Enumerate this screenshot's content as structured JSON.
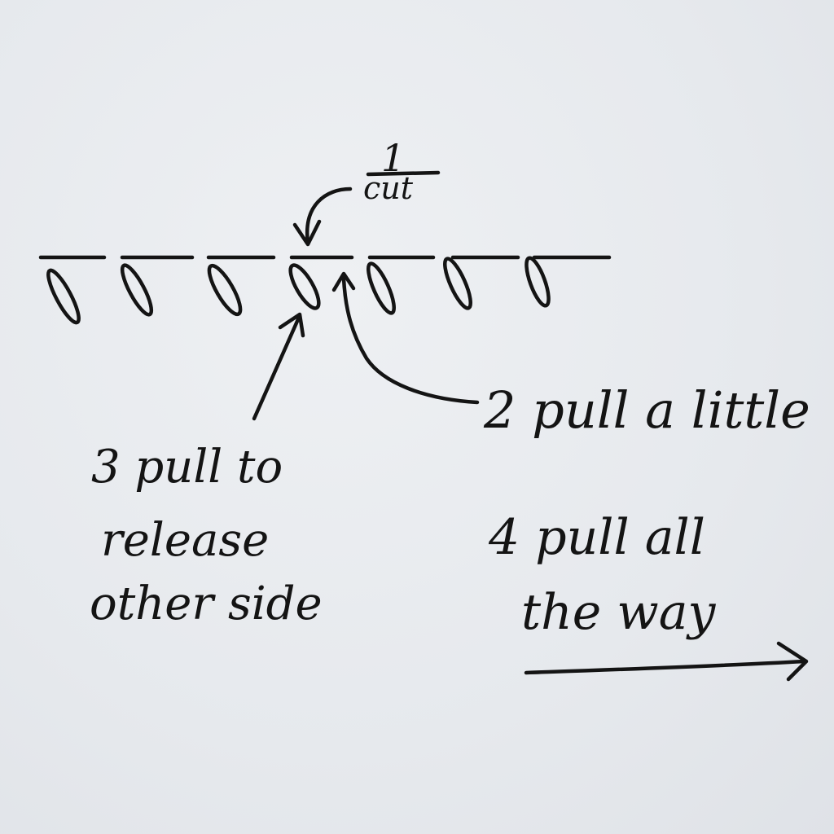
{
  "note": {
    "step1": {
      "number": "1",
      "label": "cut"
    },
    "step2": {
      "text": "2 pull a little"
    },
    "step3": {
      "lines": [
        "3 pull to",
        "release",
        "other side"
      ]
    },
    "step4": {
      "lines": [
        "4 pull all",
        "the way"
      ]
    }
  },
  "colors": {
    "paper": "#e9ebee",
    "ink": "#141414"
  }
}
